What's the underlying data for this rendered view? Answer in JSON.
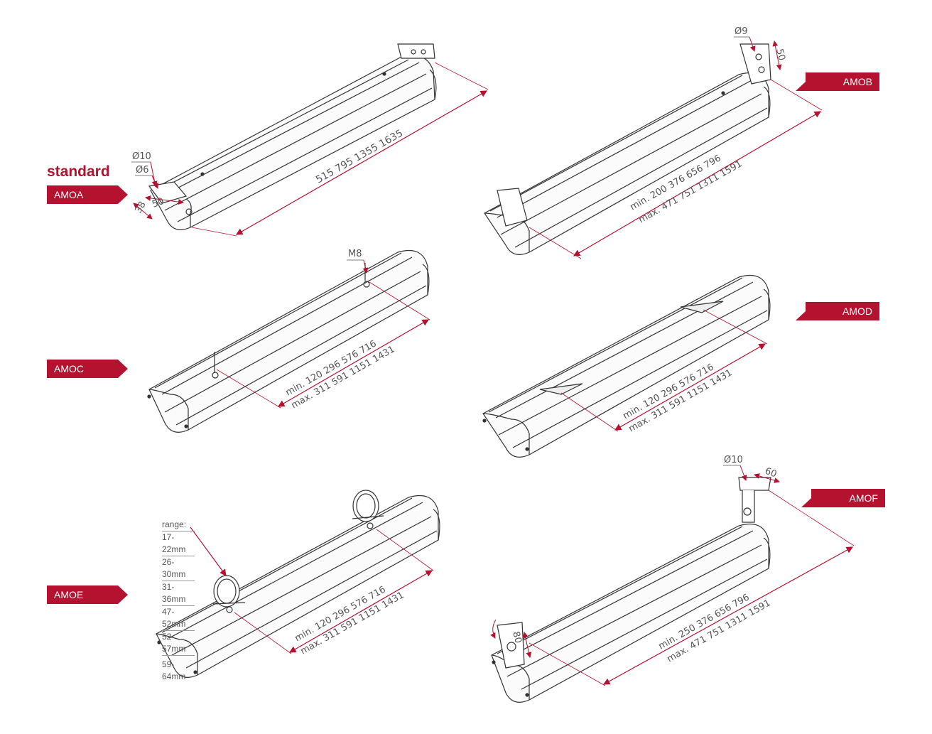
{
  "colors": {
    "accent": "#b5122f",
    "line": "#333333",
    "dim": "#b5122f",
    "dimtext": "#555555"
  },
  "standard_label": "standard",
  "tags": {
    "amoa": "AMOA",
    "amob": "AMOB",
    "amoc": "AMOC",
    "amod": "AMOD",
    "amoe": "AMOE",
    "amof": "AMOF"
  },
  "amoa": {
    "dims": "515  795  1355  1635",
    "d10": "Ø10",
    "d6": "Ø6",
    "h38": "38",
    "w50": "50"
  },
  "amob": {
    "min": "min.  200   376   656   796",
    "max": "max.  471   751  1311  1591",
    "d9": "Ø9",
    "w50": "50"
  },
  "amoc": {
    "min": "min.  120   296   576   716",
    "max": "max.  311   591  1151  1431",
    "m8": "M8"
  },
  "amod": {
    "min": "min.  120   296   576   716",
    "max": "max.  311   591  1151  1431"
  },
  "amoe": {
    "min": "min.  120   296   576   716",
    "max": "max.  311   591  1151  1431",
    "range_title": "range:",
    "ranges": [
      "17-22mm",
      "26-30mm",
      "31-36mm",
      "47-52mm",
      "52-57mm",
      "59-64mm"
    ]
  },
  "amof": {
    "min": "min.  250   376   656   796",
    "max": "max.  471   751  1311  1591",
    "d10": "Ø10",
    "w60": "60",
    "h80": "80"
  }
}
